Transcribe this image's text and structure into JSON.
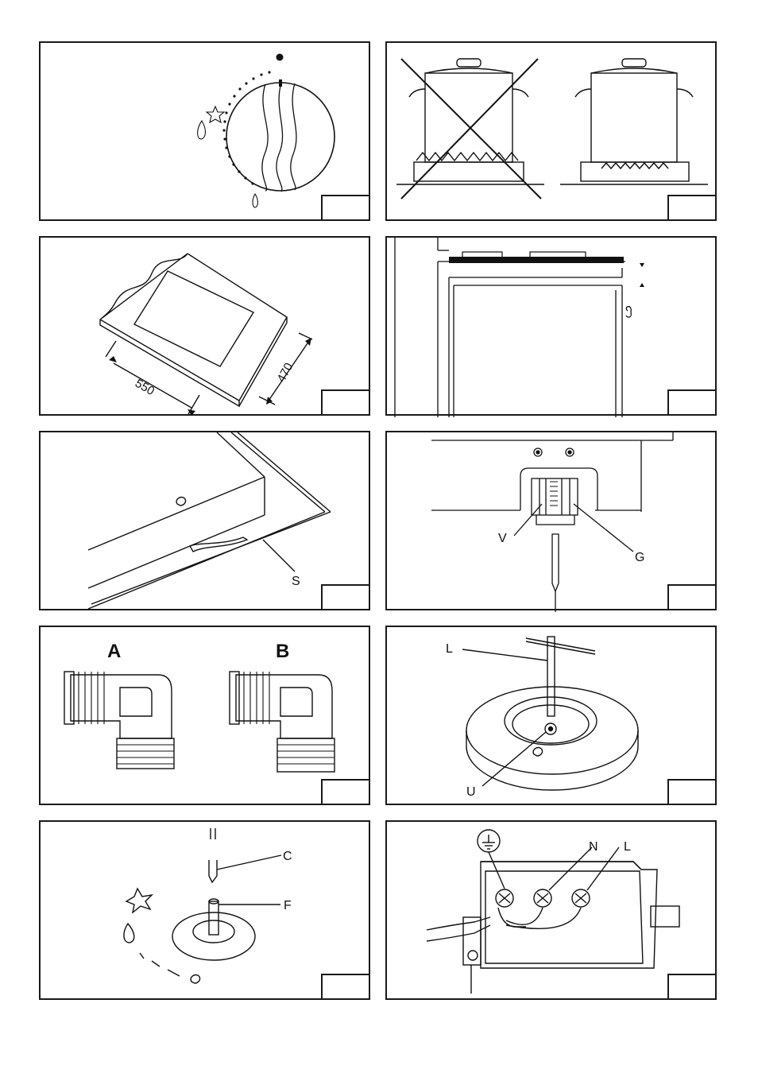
{
  "panels": {
    "cutout": {
      "width_label": "550",
      "depth_label": "470"
    },
    "seal": {
      "seal_label": "S"
    },
    "thermostat": {
      "screw_label": "V",
      "gasket_label": "G"
    },
    "fittings": {
      "left_label": "A",
      "right_label": "B"
    },
    "burner": {
      "tool_label": "L",
      "nozzle_label": "U"
    },
    "bypass": {
      "screwdriver_label": "C",
      "shaft_label": "F"
    },
    "terminal": {
      "neutral_label": "N",
      "live_label": "L"
    }
  }
}
